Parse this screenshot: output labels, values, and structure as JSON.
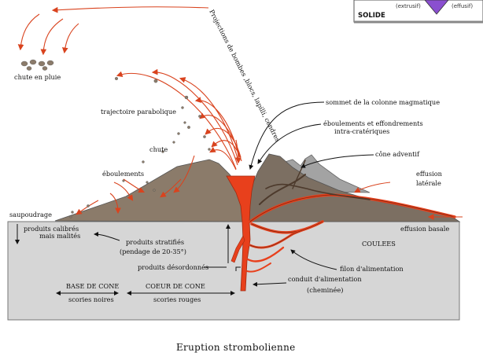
{
  "caption": "Eruption strombolienne",
  "colors": {
    "lava": "#e8401c",
    "arrow_red": "#d9431e",
    "cone_brown": "#8b7b6a",
    "cone_dark": "#6f6355",
    "cone_grey": "#a3a3a3",
    "ground": "#d6d6d6",
    "legend_purple": "#8a4fd0"
  },
  "legend": {
    "solide": "SOLIDE",
    "extrusif": "(extrusif)",
    "effusif": "(effusif)"
  },
  "labels": {
    "chute_en_pluie": "chute en pluie",
    "projections": "Projections de bombes ,blocs, lapilli, cendres",
    "trajectoire": "trajectoire parabolique",
    "chute": "chute",
    "eboulements": "éboulements",
    "saupoudrage": "saupoudrage",
    "produits_calibres_1": "produits calibrés",
    "produits_calibres_2": "mais malités",
    "produits_stratifies_1": "produits stratifiés",
    "produits_stratifies_2": "(pendage de 20-35°)",
    "produits_desordonnes": "produits désordonnés",
    "base_de_cone": "BASE DE CONE",
    "scories_noires": "scories noires",
    "coeur_de_cone": "COEUR DE CONE",
    "scories_rouges": "scories rouges",
    "sommet": "sommet de la colonne magmatique",
    "eboulements_intra_1": "éboulements et effondrements",
    "eboulements_intra_2": "intra-cratériques",
    "cone_adventif": "cône adventif",
    "effusion_1": "effusion",
    "effusion_2": "latérale",
    "effusion_basale": "effusion basale",
    "coulees": "COULEES",
    "filon": "filon d'alimentation",
    "conduit_1": "conduit d'alimentation",
    "conduit_2": "(cheminée)"
  }
}
